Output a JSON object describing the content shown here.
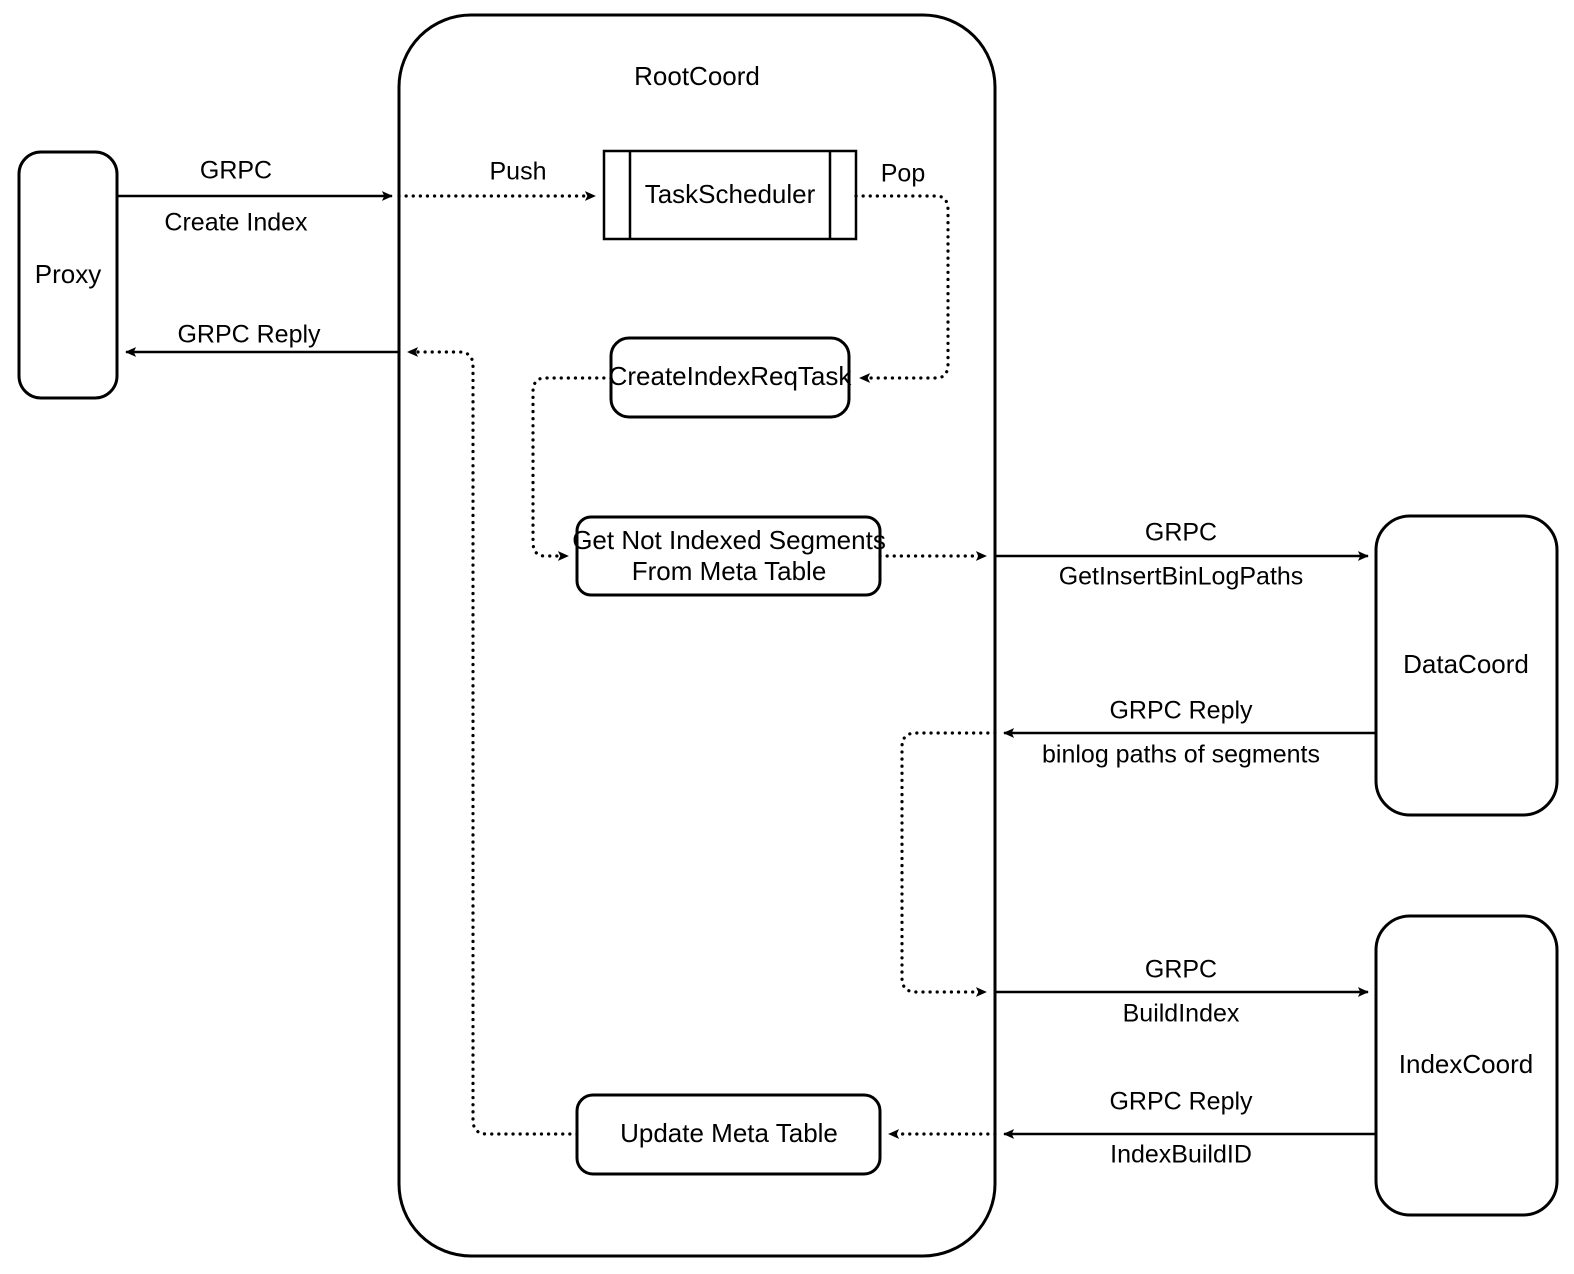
{
  "diagram": {
    "title": "RootCoord Create Index Flow",
    "type": "flow-diagram",
    "background": "#ffffff",
    "stroke": "#000000"
  },
  "containers": [
    {
      "id": "rootcoord",
      "label": "RootCoord",
      "shape": "rounded-rect"
    }
  ],
  "nodes": [
    {
      "id": "proxy",
      "label": "Proxy",
      "shape": "rounded-rect"
    },
    {
      "id": "task-scheduler",
      "label": "TaskScheduler",
      "shape": "queue-rect"
    },
    {
      "id": "create-index-req-task",
      "label": "CreateIndexReqTask",
      "shape": "rounded-rect"
    },
    {
      "id": "get-not-indexed-segments",
      "label_line1": "Get Not Indexed Segments",
      "label_line2": "From Meta Table",
      "shape": "rounded-rect"
    },
    {
      "id": "update-meta-table",
      "label": "Update Meta Table",
      "shape": "rounded-rect"
    },
    {
      "id": "datacoord",
      "label": "DataCoord",
      "shape": "rounded-rect"
    },
    {
      "id": "indexcoord",
      "label": "IndexCoord",
      "shape": "rounded-rect"
    }
  ],
  "edges": [
    {
      "id": "proxy-to-rootcoord",
      "from": "proxy",
      "to": "rootcoord",
      "style": "solid",
      "label_top": "GRPC",
      "label_bottom": "Create Index"
    },
    {
      "id": "rootcoord-to-proxy",
      "from": "rootcoord",
      "to": "proxy",
      "style": "solid",
      "label_top": "GRPC Reply",
      "label_bottom": ""
    },
    {
      "id": "push-to-scheduler",
      "from": "rootcoord-boundary",
      "to": "task-scheduler",
      "style": "dotted",
      "label_top": "Push",
      "label_bottom": ""
    },
    {
      "id": "pop-to-task",
      "from": "task-scheduler",
      "to": "create-index-req-task",
      "style": "dotted",
      "label_top": "Pop",
      "label_bottom": ""
    },
    {
      "id": "task-to-get-segments",
      "from": "create-index-req-task",
      "to": "get-not-indexed-segments",
      "style": "dotted",
      "label_top": "",
      "label_bottom": ""
    },
    {
      "id": "get-segments-to-datacoord",
      "from": "get-not-indexed-segments",
      "to": "datacoord",
      "style": "solid",
      "label_top": "GRPC",
      "label_bottom": "GetInsertBinLogPaths"
    },
    {
      "id": "datacoord-reply",
      "from": "datacoord",
      "to": "rootcoord",
      "style": "solid",
      "label_top": "GRPC Reply",
      "label_bottom": "binlog paths of segments"
    },
    {
      "id": "rootcoord-to-indexcoord",
      "from": "rootcoord",
      "to": "indexcoord",
      "style": "solid",
      "label_top": "GRPC",
      "label_bottom": "BuildIndex"
    },
    {
      "id": "indexcoord-reply",
      "from": "indexcoord",
      "to": "update-meta-table",
      "style": "solid",
      "label_top": "GRPC Reply",
      "label_bottom": "IndexBuildID"
    },
    {
      "id": "update-meta-to-proxy-reply",
      "from": "update-meta-table",
      "to": "rootcoord-boundary",
      "style": "dotted",
      "label_top": "",
      "label_bottom": ""
    }
  ],
  "edge_labels": {
    "grpc": "GRPC",
    "create_index": "Create Index",
    "grpc_reply": "GRPC Reply",
    "push": "Push",
    "pop": "Pop",
    "get_insert_binlog_paths": "GetInsertBinLogPaths",
    "binlog_paths_of_segments": "binlog paths of segments",
    "build_index": "BuildIndex",
    "index_build_id": "IndexBuildID"
  }
}
